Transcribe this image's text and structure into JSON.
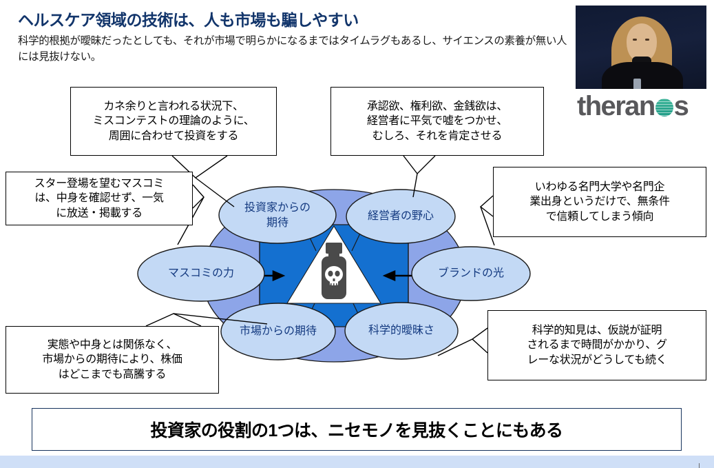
{
  "slide": {
    "title": "ヘルスケア領域の技術は、人も市場も騙しやすい",
    "subtitle": "科学的根拠が曖昧だったとしても、それが市場で明らかになるまではタイムラグもあるし、サイエンスの素養が無い人には見抜けない。",
    "conclusion": "投資家の役割の1つは、ニセモノを見抜くことにもある"
  },
  "brand": {
    "logo_text_before": "theran",
    "logo_text_after": "s",
    "logo_full": "theranos",
    "logo_color": "#58585b",
    "logo_dot_color": "#2aa58c",
    "photo_alt": "founder-portrait"
  },
  "diagram": {
    "center_icon": "poison-bottle-skull-icon",
    "colors": {
      "outer_circle": "#8fa8ea",
      "inner_hub": "#1470d0",
      "ellipse_fill": "#c3d9f5",
      "ellipse_stroke": "#1a1a1a",
      "label_text": "#143a80",
      "triangle_fill": "#ffffff",
      "bottle_fill": "#4a4a4a"
    },
    "nodes": [
      {
        "id": "investor-expectation",
        "label": "投資家からの\n期待",
        "line1": "投資家からの",
        "line2": "期待"
      },
      {
        "id": "manager-ambition",
        "label": "経営者の野心",
        "line1": "経営者の野心",
        "line2": ""
      },
      {
        "id": "media-power",
        "label": "マスコミの力",
        "line1": "マスコミの力",
        "line2": ""
      },
      {
        "id": "brand-light",
        "label": "ブランドの光",
        "line1": "ブランドの光",
        "line2": ""
      },
      {
        "id": "market-expectation",
        "label": "市場からの期待",
        "line1": "市場からの期待",
        "line2": ""
      },
      {
        "id": "scientific-ambiguity",
        "label": "科学的曖昧さ",
        "line1": "科学的曖昧さ",
        "line2": ""
      }
    ],
    "arrows": [
      {
        "id": "arrow-left-pair",
        "direction": "bidirectional"
      },
      {
        "id": "arrow-right-pair",
        "direction": "bidirectional"
      }
    ]
  },
  "callouts": [
    {
      "id": "callout-investor",
      "lines": [
        "カネ余りと言われる状況下、",
        "ミスコンテストの理論のように、",
        "周囲に合わせて投資をする"
      ],
      "text": "カネ余りと言われる状況下、ミスコンテストの理論のように、周囲に合わせて投資をする"
    },
    {
      "id": "callout-desire",
      "lines": [
        "承認欲、権利欲、金銭欲は、",
        "経営者に平気で嘘をつかせ、",
        "むしろ、それを肯定させる"
      ],
      "text": "承認欲、権利欲、金銭欲は、経営者に平気で嘘をつかせ、むしろ、それを肯定させる"
    },
    {
      "id": "callout-media",
      "lines": [
        "スター登場を望むマスコミ",
        "は、中身を確認せず、一気",
        "に放送・掲載する"
      ],
      "text": "スター登場を望むマスコミは、中身を確認せず、一気に放送・掲載する"
    },
    {
      "id": "callout-brand",
      "lines": [
        "いわゆる名門大学や名門企",
        "業出身というだけで、無条件",
        "で信頼してしまう傾向"
      ],
      "text": "いわゆる名門大学や名門企業出身というだけで、無条件で信頼してしまう傾向"
    },
    {
      "id": "callout-market",
      "lines": [
        "実態や中身とは関係なく、",
        "市場からの期待により、株価",
        "はどこまでも高騰する"
      ],
      "text": "実態や中身とは関係なく、市場からの期待により、株価はどこまでも高騰する"
    },
    {
      "id": "callout-science",
      "lines": [
        "科学的知見は、仮説が証明",
        "されるまで時間がかかり、グ",
        "レーな状況がどうしても続く"
      ],
      "text": "科学的知見は、仮説が証明されるまで時間がかかり、グレーな状況がどうしても続く"
    }
  ],
  "footer": {
    "bar_color": "#cfdff7"
  }
}
